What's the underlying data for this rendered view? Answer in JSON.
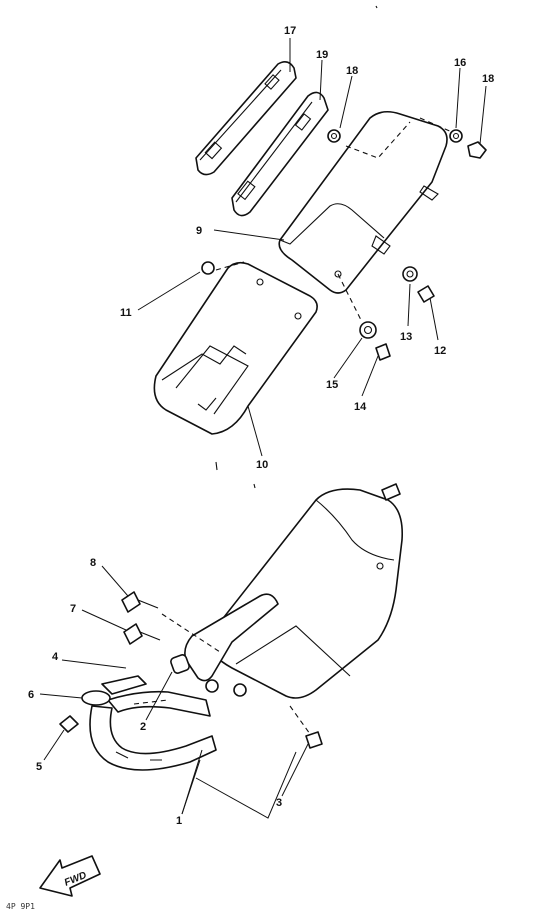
{
  "labels": {
    "l17": "17",
    "l19": "19",
    "l18a": "18",
    "l16": "16",
    "l18b": "18",
    "l9": "9",
    "l11": "11",
    "l13": "13",
    "l12": "12",
    "l15": "15",
    "l14": "14",
    "l10": "10",
    "l8": "8",
    "l7": "7",
    "l4": "4",
    "l6": "6",
    "l2": "2",
    "l5": "5",
    "l1": "1",
    "l3": "3"
  },
  "fwd_badge": "FWD",
  "footer_code": "4P 9P1"
}
